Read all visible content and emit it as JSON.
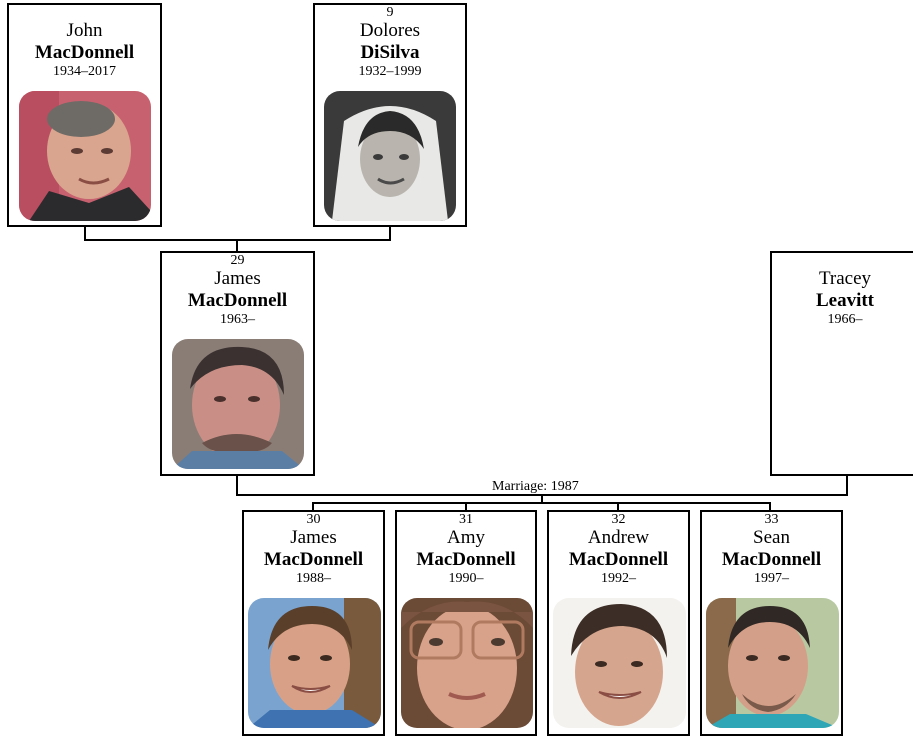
{
  "marriage_label": "Marriage: 1987",
  "people": {
    "john": {
      "number": "",
      "given": "John",
      "surname": "MacDonnell",
      "dates": "1934–2017",
      "photo": "john-photo"
    },
    "dolores": {
      "number": "9",
      "given": "Dolores",
      "surname": "DiSilva",
      "dates": "1932–1999",
      "photo": "dolores-photo"
    },
    "james_sr": {
      "number": "29",
      "given": "James",
      "surname": "MacDonnell",
      "dates": "1963–",
      "photo": "james-sr-photo"
    },
    "tracey": {
      "number": "",
      "given": "Tracey",
      "surname": "Leavitt",
      "dates": "1966–",
      "photo": ""
    },
    "james_jr": {
      "number": "30",
      "given": "James",
      "surname": "MacDonnell",
      "dates": "1988–",
      "photo": "james-jr-photo"
    },
    "amy": {
      "number": "31",
      "given": "Amy",
      "surname": "MacDonnell",
      "dates": "1990–",
      "photo": "amy-photo"
    },
    "andrew": {
      "number": "32",
      "given": "Andrew",
      "surname": "MacDonnell",
      "dates": "1992–",
      "photo": "andrew-photo"
    },
    "sean": {
      "number": "33",
      "given": "Sean",
      "surname": "MacDonnell",
      "dates": "1997–",
      "photo": "sean-photo"
    }
  }
}
